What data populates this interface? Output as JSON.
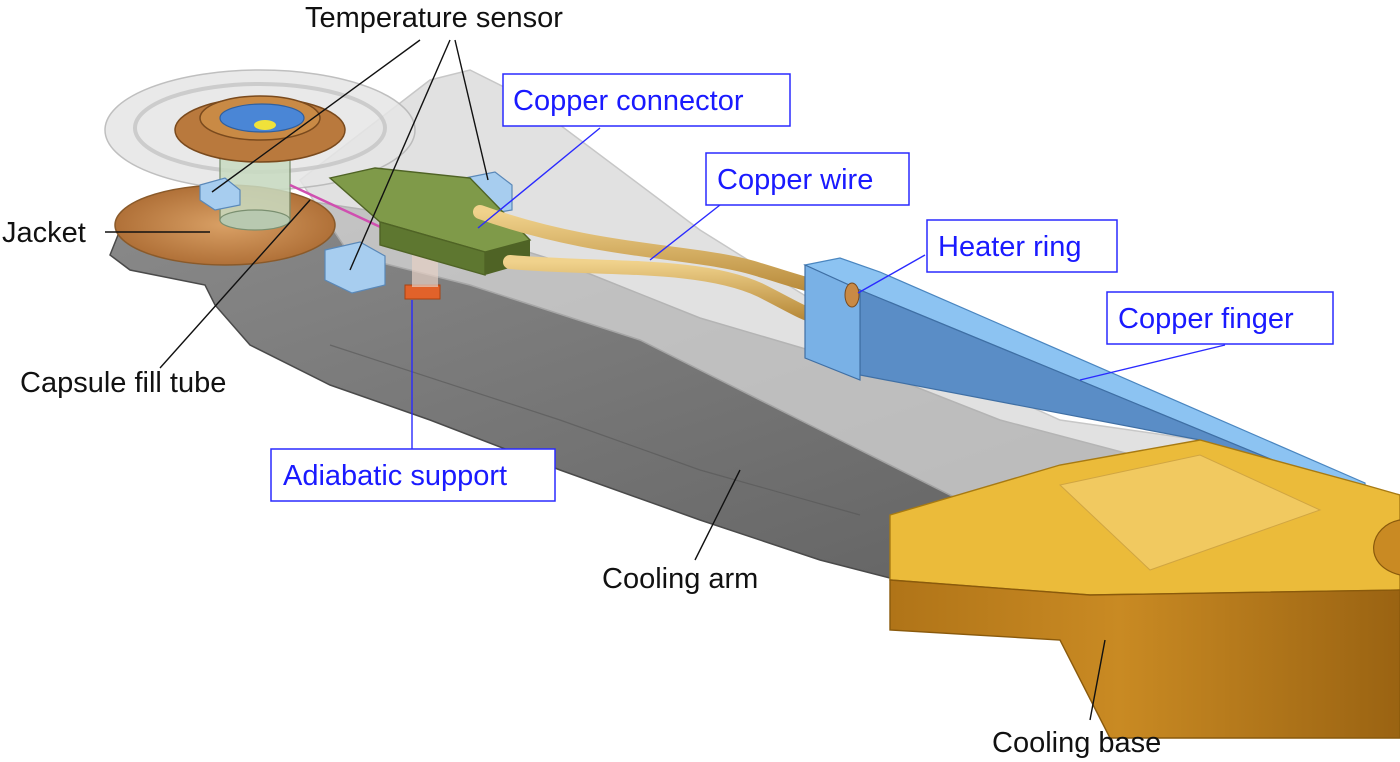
{
  "labels": {
    "temperature_sensor": "Temperature sensor",
    "copper_connector": "Copper connector",
    "copper_wire": "Copper wire",
    "heater_ring": "Heater ring",
    "copper_finger": "Copper finger",
    "jacket": "Jacket",
    "capsule_fill_tube": "Capsule fill tube",
    "adiabatic_support": "Adiabatic support",
    "cooling_arm": "Cooling arm",
    "cooling_base": "Cooling base"
  },
  "colors": {
    "copper": "#c98a45",
    "copper_wire": "#d9b46a",
    "connector_green": "#6e8a3c",
    "sensor_blue": "#8fbfe8",
    "copper_finger_blue": "#6fb2ee",
    "cooling_arm_gray": "#6f6f6f",
    "cooling_base_gold": "#e8b53a",
    "callout_text_blue": "#1a1aff"
  }
}
